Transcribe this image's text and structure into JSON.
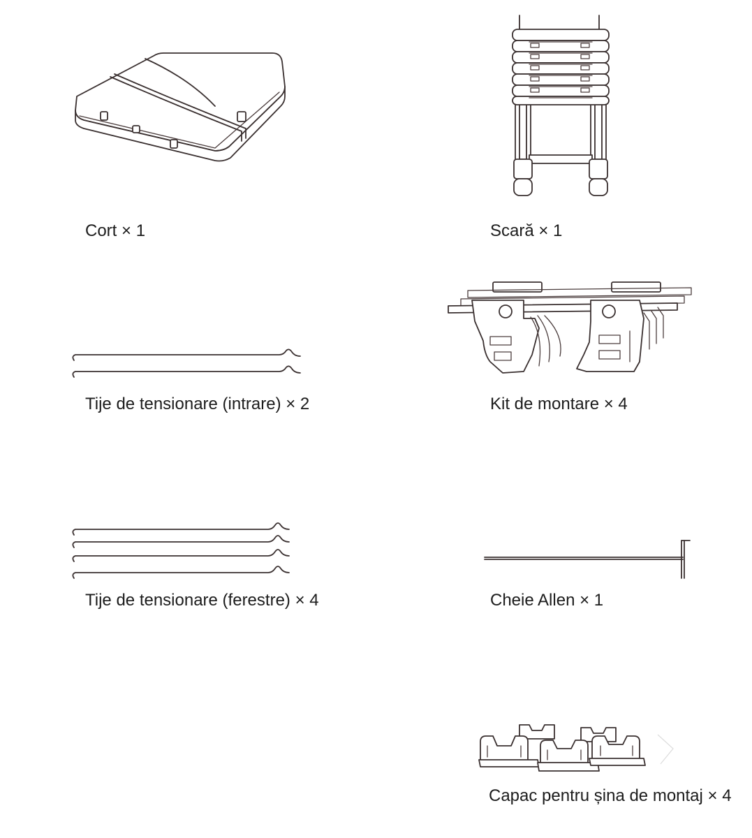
{
  "items": [
    {
      "label": "Cort × 1",
      "icon": "tent-icon"
    },
    {
      "label": "Scară × 1",
      "icon": "ladder-icon"
    },
    {
      "label": "Tije de tensionare (intrare) × 2",
      "icon": "tension-rods-entrance-icon"
    },
    {
      "label": "Kit de montare × 4",
      "icon": "mounting-kit-icon"
    },
    {
      "label": "Tije de tensionare (ferestre) × 4",
      "icon": "tension-rods-windows-icon"
    },
    {
      "label": "Cheie Allen × 1",
      "icon": "allen-key-icon"
    },
    {
      "label": "Capac pentru șina de montaj × 4",
      "icon": "rail-cap-icon"
    }
  ]
}
